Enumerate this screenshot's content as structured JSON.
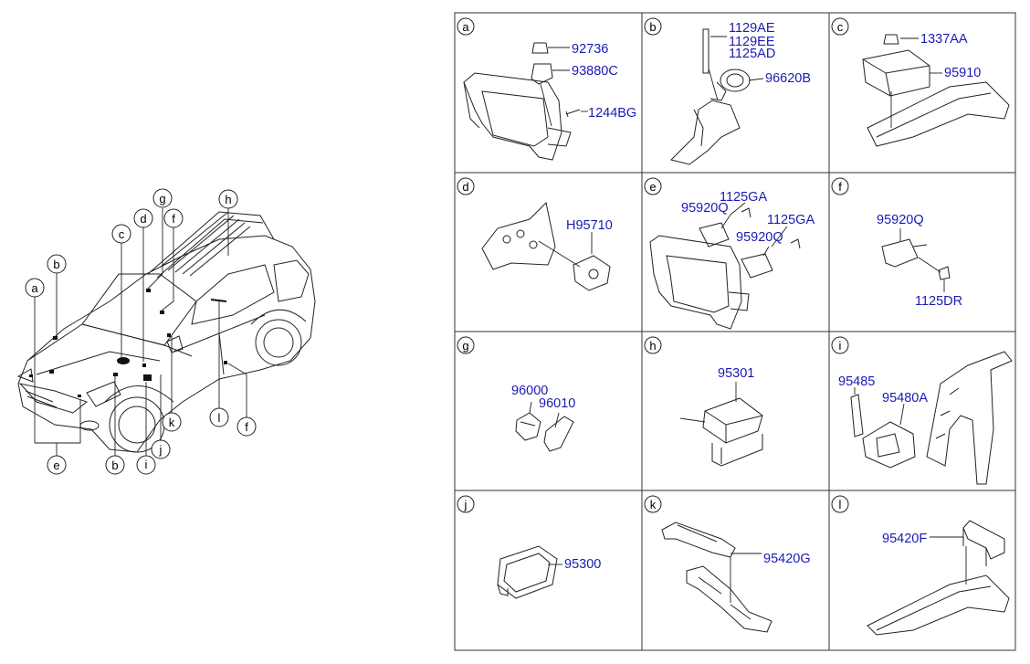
{
  "car": {
    "callouts": [
      "a",
      "b",
      "c",
      "d",
      "g",
      "f",
      "h",
      "e",
      "b",
      "i",
      "j",
      "k",
      "l",
      "f"
    ]
  },
  "cells": [
    {
      "letter": "a",
      "parts": [
        "92736",
        "93880C",
        "1244BG"
      ]
    },
    {
      "letter": "b",
      "parts": [
        "1129AE",
        "1129EE",
        "1125AD",
        "96620B"
      ]
    },
    {
      "letter": "c",
      "parts": [
        "1337AA",
        "95910"
      ]
    },
    {
      "letter": "d",
      "parts": [
        "H95710"
      ]
    },
    {
      "letter": "e",
      "parts": [
        "1125GA",
        "95920Q",
        "1125GA",
        "95920Q"
      ]
    },
    {
      "letter": "f",
      "parts": [
        "95920Q",
        "1125DR"
      ]
    },
    {
      "letter": "g",
      "parts": [
        "96000",
        "96010"
      ]
    },
    {
      "letter": "h",
      "parts": [
        "95301"
      ]
    },
    {
      "letter": "i",
      "parts": [
        "95485",
        "95480A"
      ]
    },
    {
      "letter": "j",
      "parts": [
        "95300"
      ]
    },
    {
      "letter": "k",
      "parts": [
        "95420G"
      ]
    },
    {
      "letter": "l",
      "parts": [
        "95420F"
      ]
    }
  ],
  "colors": {
    "part_number": "#1a1ab4",
    "line": "#222222"
  }
}
